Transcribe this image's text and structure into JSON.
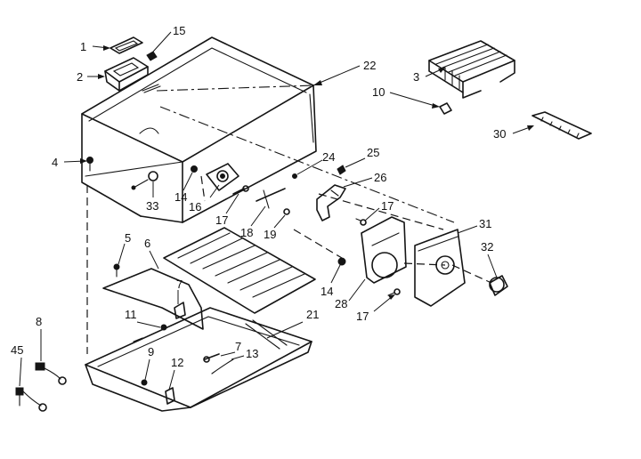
{
  "diagram": {
    "labels": [
      {
        "key": "1",
        "text": "1"
      },
      {
        "key": "2",
        "text": "2"
      },
      {
        "key": "15",
        "text": "15"
      },
      {
        "key": "22",
        "text": "22"
      },
      {
        "key": "3",
        "text": "3"
      },
      {
        "key": "10",
        "text": "10"
      },
      {
        "key": "30",
        "text": "30"
      },
      {
        "key": "4",
        "text": "4"
      },
      {
        "key": "24",
        "text": "24"
      },
      {
        "key": "25",
        "text": "25"
      },
      {
        "key": "26",
        "text": "26"
      },
      {
        "key": "14a",
        "text": "14"
      },
      {
        "key": "16",
        "text": "16"
      },
      {
        "key": "33",
        "text": "33"
      },
      {
        "key": "17a",
        "text": "17"
      },
      {
        "key": "18",
        "text": "18"
      },
      {
        "key": "19",
        "text": "19"
      },
      {
        "key": "17b",
        "text": "17"
      },
      {
        "key": "31",
        "text": "31"
      },
      {
        "key": "32",
        "text": "32"
      },
      {
        "key": "5",
        "text": "5"
      },
      {
        "key": "6",
        "text": "6"
      },
      {
        "key": "7a",
        "text": "7"
      },
      {
        "key": "14b",
        "text": "14"
      },
      {
        "key": "28",
        "text": "28"
      },
      {
        "key": "17c",
        "text": "17"
      },
      {
        "key": "11",
        "text": "11"
      },
      {
        "key": "21",
        "text": "21"
      },
      {
        "key": "8",
        "text": "8"
      },
      {
        "key": "45",
        "text": "45"
      },
      {
        "key": "9",
        "text": "9"
      },
      {
        "key": "12",
        "text": "12"
      },
      {
        "key": "7b",
        "text": "7"
      },
      {
        "key": "13",
        "text": "13"
      }
    ]
  }
}
